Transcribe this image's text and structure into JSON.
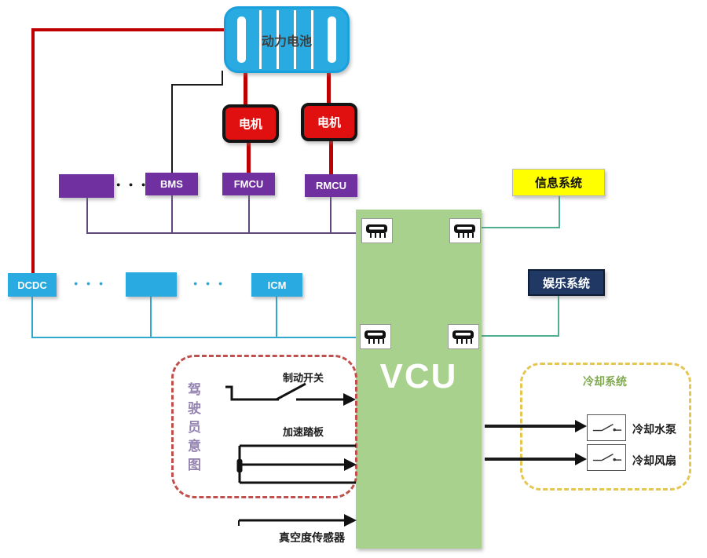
{
  "nodes": {
    "battery": {
      "label": "动力电池"
    },
    "motor_front": {
      "label": "电机"
    },
    "motor_rear": {
      "label": "电机"
    },
    "bms": {
      "label": "BMS"
    },
    "fmcu": {
      "label": "FMCU"
    },
    "rmcu": {
      "label": "RMCU"
    },
    "dcdc": {
      "label": "DCDC"
    },
    "icm": {
      "label": "ICM"
    },
    "vcu": {
      "label": "VCU"
    },
    "info_system": {
      "label": "信息系统"
    },
    "entertainment_system": {
      "label": "娱乐系统"
    }
  },
  "ellipsis": {
    "hv": "● ● ●",
    "lv1": "● ● ●",
    "lv2": "● ● ●"
  },
  "driver_intent": {
    "title": "驾驶员意图",
    "brake_switch_label": "制动开关",
    "accel_pedal_label": "加速踏板"
  },
  "vacuum_sensor_label": "真空度传感器",
  "cooling": {
    "title": "冷却系统",
    "pump_label": "冷却水泵",
    "fan_label": "冷却风扇"
  },
  "icons": {
    "can_transceiver": "can-transceiver-icon (black IC chip with legs on white card)",
    "switch_contact": "switch-contact-icon (open relay contact)",
    "battery_cells": "battery-cells-icon (vertical white stripes)"
  },
  "colors": {
    "battery_cyan": "#29ABE2",
    "motor_red": "#E01010",
    "power_line_red": "#C00000",
    "ecu_purple": "#7030A0",
    "vcu_green": "#A9D18E",
    "info_yellow": "#FFFF00",
    "entertainment_navy": "#1F3864",
    "can_teal": "#4FAE8D",
    "lv_bus_cyan": "#31A8CE",
    "hv_bus_purple": "#5F497A",
    "driver_box_dash_red": "#C0504D",
    "cooling_box_dash_yellow": "#E5C651",
    "cooling_title_green": "#7FA850",
    "driver_title_purple": "#9585B1"
  }
}
